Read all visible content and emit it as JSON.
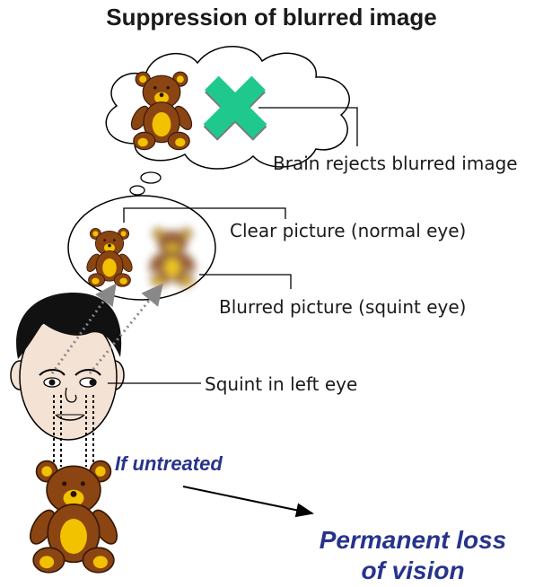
{
  "title": "Suppression of blurred image",
  "labels": {
    "brain": "Brain rejects blurred image",
    "clear": "Clear picture (normal eye)",
    "blurred": "Blurred picture (squint eye)",
    "squint": "Squint in left eye",
    "if_untreated": "If untreated",
    "loss_line1": "Permanent loss",
    "loss_line2": "of vision"
  },
  "colors": {
    "bear_brown": "#8b4513",
    "bear_belly": "#f2c200",
    "reject_x": "#1fc98e",
    "text_blue": "#27348b"
  }
}
